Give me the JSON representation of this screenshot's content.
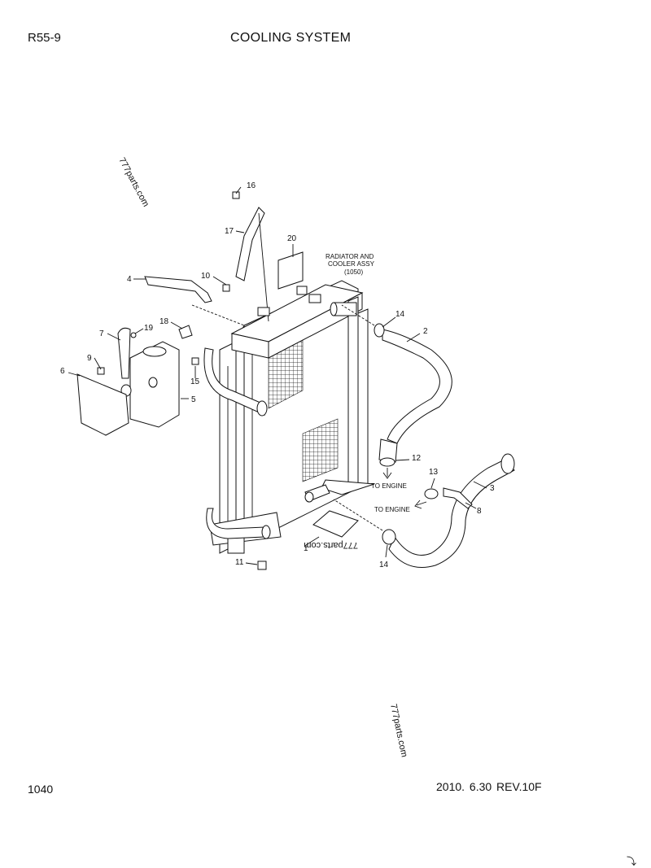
{
  "header": {
    "model": "R55-9",
    "title": "COOLING SYSTEM"
  },
  "footer": {
    "page_number": "1040",
    "revision": "2010. 6.30  REV.10F",
    "corner_mark": "⤵"
  },
  "assembly_label": {
    "line1": "RADIATOR AND",
    "line2": "COOLER ASSY",
    "line3": "(1050)"
  },
  "notes": {
    "to_engine_1": "TO ENGINE",
    "to_engine_2": "TO ENGINE"
  },
  "watermarks": {
    "wm1": "777parts.com",
    "wm2": "777parts.com",
    "wm3": "777parts.com"
  },
  "callouts": {
    "p1": "1",
    "p2": "2",
    "p3": "3",
    "p4": "4",
    "p5": "5",
    "p6": "6",
    "p7": "7",
    "p8": "8",
    "p9": "9",
    "p10": "10",
    "p11": "11",
    "p12": "12",
    "p13": "13",
    "p14a": "14",
    "p14b": "14",
    "p15": "15",
    "p16": "16",
    "p17": "17",
    "p18": "18",
    "p19": "19",
    "p20": "20"
  }
}
